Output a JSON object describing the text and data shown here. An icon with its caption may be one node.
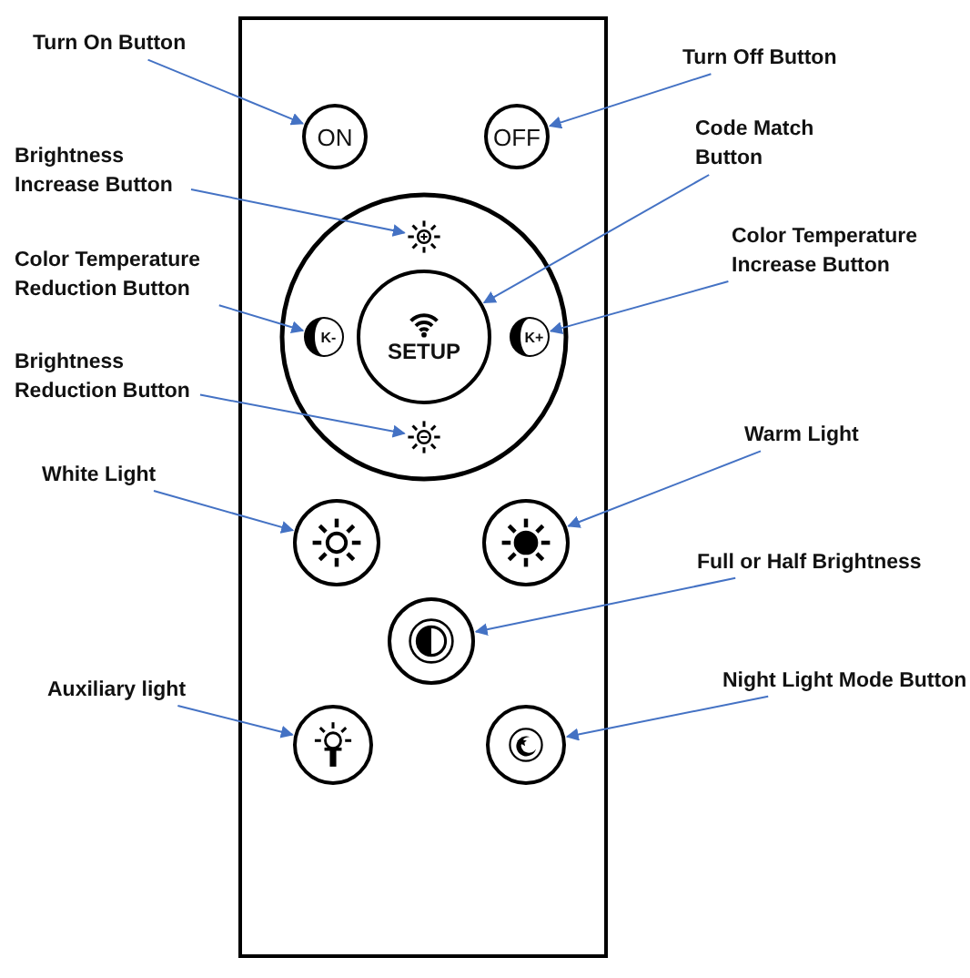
{
  "diagram": {
    "nodes": [
      {
        "text": [
          "Turn On Button"
        ]
      },
      {
        "text": [
          "Turn Off Button"
        ]
      },
      {
        "text": [
          "ON"
        ]
      },
      {
        "text": [
          "OFF"
        ]
      },
      {
        "text": [
          "Brightness Increase Button"
        ]
      },
      {
        "text": [
          "Code Match Button"
        ]
      },
      {
        "text": [],
        "shape": "sun"
      },
      {
        "text": [
          "Color Temperature Reduction Button"
        ]
      },
      {
        "text": [
          "Color Temperature Increase Button"
        ]
      },
      {
        "text": [
          "K-"
        ]
      },
      {
        "text": [
          "SETUP"
        ]
      },
      {
        "text": [
          "K+"
        ]
      },
      {
        "text": [
          "Brightness Reduction Button"
        ]
      },
      {
        "text": [],
        "shape": "sun"
      },
      {
        "text": [
          "White Light"
        ]
      },
      {
        "text": [
          "Warm Light"
        ]
      },
      {
        "text": [],
        "shape": "circle"
      },
      {
        "text": [],
        "shape": "circle"
      },
      {
        "text": [
          "Full or Half Brightness"
        ]
      },
      {
        "text": [],
        "shape": "circle"
      },
      {
        "text": [
          "Auxiliary light"
        ]
      },
      {
        "text": [
          "Night Light Mode Button"
        ]
      },
      {
        "text": [],
        "shape": "circle"
      },
      {
        "text": [],
        "shape": "circle"
      }
    ],
    "edges": [
      {
        "from": 0,
        "to": 2,
        "arrow": "to"
      },
      {
        "from": 1,
        "to": 3,
        "arrow": "to"
      },
      {
        "from": 4,
        "to": 6,
        "arrow": "to"
      },
      {
        "from": 5,
        "to": 10,
        "arrow": "to"
      },
      {
        "from": 7,
        "to": 9,
        "arrow": "to"
      },
      {
        "from": 8,
        "to": 11,
        "arrow": "to"
      },
      {
        "from": 12,
        "to": 13,
        "arrow": "to"
      },
      {
        "from": 14,
        "to": 16,
        "arrow": "to"
      },
      {
        "from": 15,
        "to": 17,
        "arrow": "to"
      },
      {
        "from": 18,
        "to": 19,
        "arrow": "to"
      },
      {
        "from": 20,
        "to": 22,
        "arrow": "to"
      },
      {
        "from": 21,
        "to": 23,
        "arrow": "to"
      }
    ]
  }
}
